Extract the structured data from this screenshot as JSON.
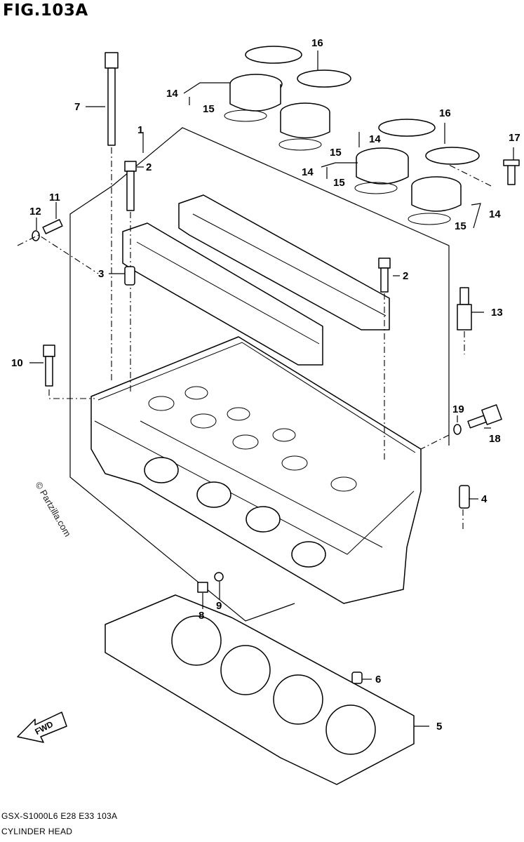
{
  "title": "FIG.103A",
  "watermark": "© Partzilla.com",
  "footer": {
    "model": "GSX-S1000L6  E28  E33  103A",
    "section": "CYLINDER HEAD"
  },
  "fwd_label": "FWD",
  "callouts": {
    "c1": "1",
    "c2a": "2",
    "c2b": "2",
    "c3": "3",
    "c4": "4",
    "c5": "5",
    "c6": "6",
    "c7": "7",
    "c8": "8",
    "c9": "9",
    "c10": "10",
    "c11": "11",
    "c12": "12",
    "c13": "13",
    "c14a": "14",
    "c14b": "14",
    "c14c": "14",
    "c14d": "14",
    "c15a": "15",
    "c15b": "15",
    "c15c": "15",
    "c15d": "15",
    "c16a": "16",
    "c16b": "16",
    "c17": "17",
    "c18": "18",
    "c19": "19"
  }
}
